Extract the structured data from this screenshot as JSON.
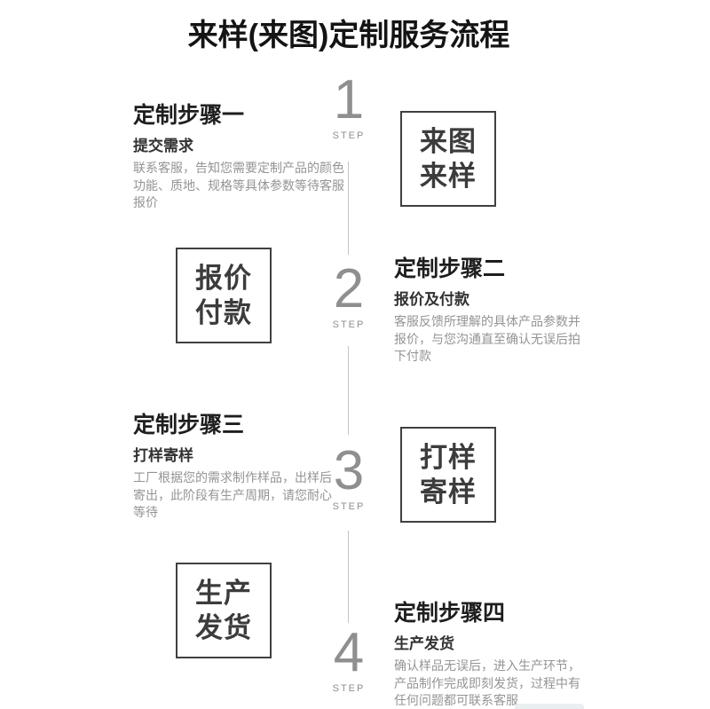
{
  "page": {
    "title": "来样(来图)定制服务流程",
    "step_label": "STEP"
  },
  "colors": {
    "title_text": "#141414",
    "heading_text": "#1e1e1e",
    "body_text": "#949494",
    "number_gray": "#8f8f8f",
    "box_border": "#404040",
    "timeline_line": "#c4c4c4"
  },
  "steps": [
    {
      "number": "1",
      "heading": "定制步骤一",
      "subheading": "提交需求",
      "body": "联系客服，告知您需要定制产品的颜色\n功能、质地、规格等具体参数等待客服\n报价",
      "box_text": "来图\n来样"
    },
    {
      "number": "2",
      "heading": "定制步骤二",
      "subheading": "报价及付款",
      "body": "客服反馈所理解的具体产品参数并\n报价，与您沟通直至确认无误后拍\n下付款",
      "box_text": "报价\n付款"
    },
    {
      "number": "3",
      "heading": "定制步骤三",
      "subheading": "打样寄样",
      "body": "工厂根据您的需求制作样品，出样后\n寄出，此阶段有生产周期，请您耐心\n等待",
      "box_text": "打样\n寄样"
    },
    {
      "number": "4",
      "heading": "定制步骤四",
      "subheading": "生产发货",
      "body": "确认样品无误后，进入生产环节，\n产品制作完成即刻发货，过程中有\n任何问题都可联系客服",
      "box_text": "生产\n发货"
    }
  ]
}
